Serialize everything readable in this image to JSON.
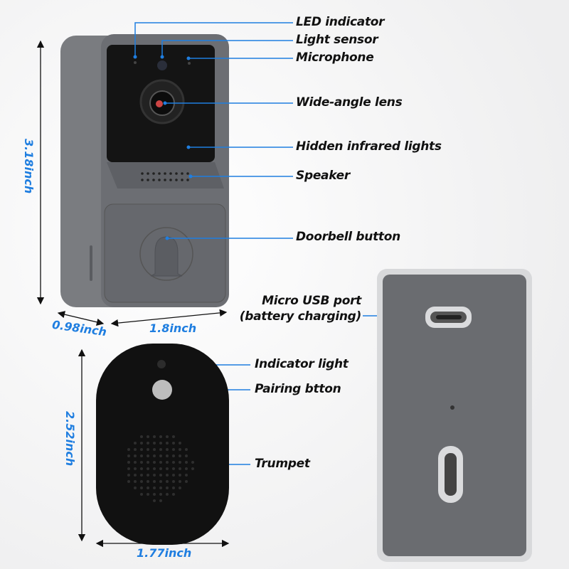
{
  "doorbell": {
    "labels": [
      "LED indicator",
      "Light sensor",
      "Microphone",
      "Wide-angle lens",
      "Hidden infrared lights",
      "Speaker",
      "Doorbell button"
    ],
    "dimensions": {
      "height": "3.18inch",
      "depth": "0.98inch",
      "width": "1.8inch"
    }
  },
  "chime": {
    "labels": [
      "Indicator light",
      "Pairing btton",
      "Trumpet"
    ],
    "dimensions": {
      "height": "2.52inch",
      "width": "1.77inch"
    }
  },
  "back": {
    "label_line1": "Micro USB port",
    "label_line2": "(battery charging)"
  },
  "colors": {
    "accent": "#1f7ee0",
    "device": "#6b6d72",
    "panel": "#141414"
  }
}
